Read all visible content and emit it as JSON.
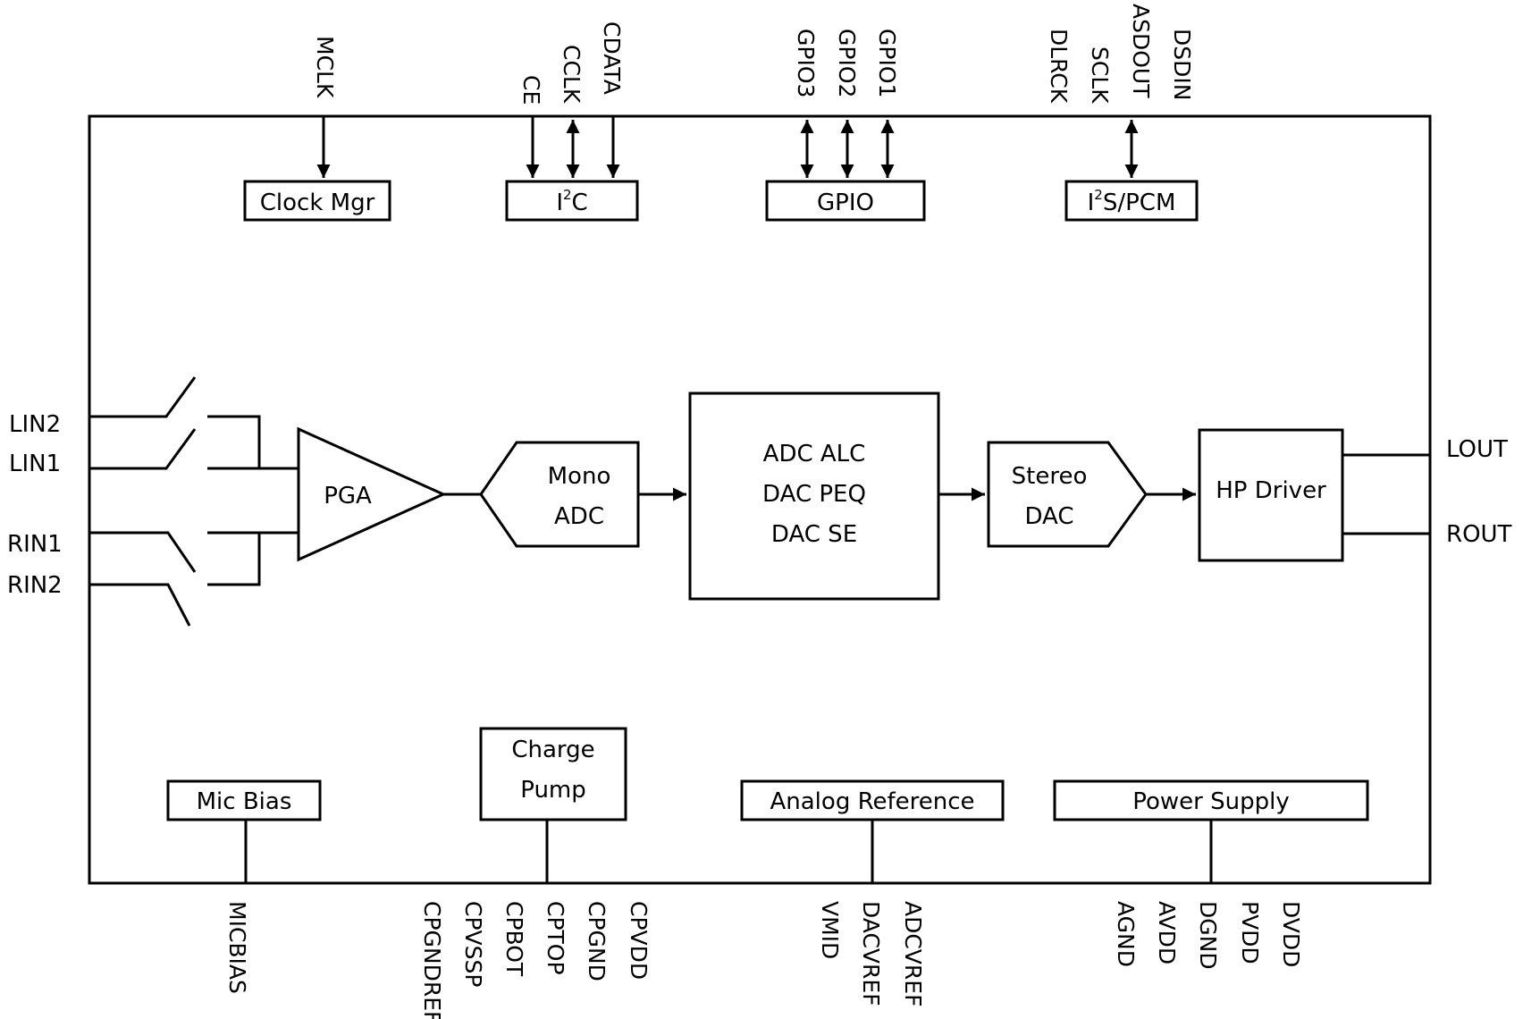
{
  "blocks": {
    "clock_mgr": "Clock Mgr",
    "i2c_i": "I",
    "i2c_sup": "2",
    "i2c_c": "C",
    "gpio": "GPIO",
    "i2s_i": "I",
    "i2s_sup": "2",
    "i2s_rest": "S/PCM",
    "pga": "PGA",
    "mono_adc_1": "Mono",
    "mono_adc_2": "ADC",
    "dsp_1": "ADC ALC",
    "dsp_2": "DAC PEQ",
    "dsp_3": "DAC SE",
    "stereo_dac_1": "Stereo",
    "stereo_dac_2": "DAC",
    "hp_driver": "HP Driver",
    "mic_bias": "Mic Bias",
    "charge_pump_1": "Charge",
    "charge_pump_2": "Pump",
    "analog_ref": "Analog Reference",
    "power_supply": "Power Supply"
  },
  "pins": {
    "top": [
      "MCLK",
      "CE",
      "CCLK",
      "CDATA",
      "GPIO3",
      "GPIO2",
      "GPIO1",
      "DLRCK",
      "SCLK",
      "ASDOUT",
      "DSDIN"
    ],
    "left": [
      "LIN2",
      "LIN1",
      "RIN1",
      "RIN2"
    ],
    "right": [
      "LOUT",
      "ROUT"
    ],
    "bottom": [
      "MICBIAS",
      "CPGNDREF",
      "CPVSSP",
      "CPBOT",
      "CPTOP",
      "CPGND",
      "CPVDD",
      "VMID",
      "DACVREF",
      "ADCVREF",
      "AGND",
      "AVDD",
      "DGND",
      "PVDD",
      "DVDD"
    ]
  }
}
